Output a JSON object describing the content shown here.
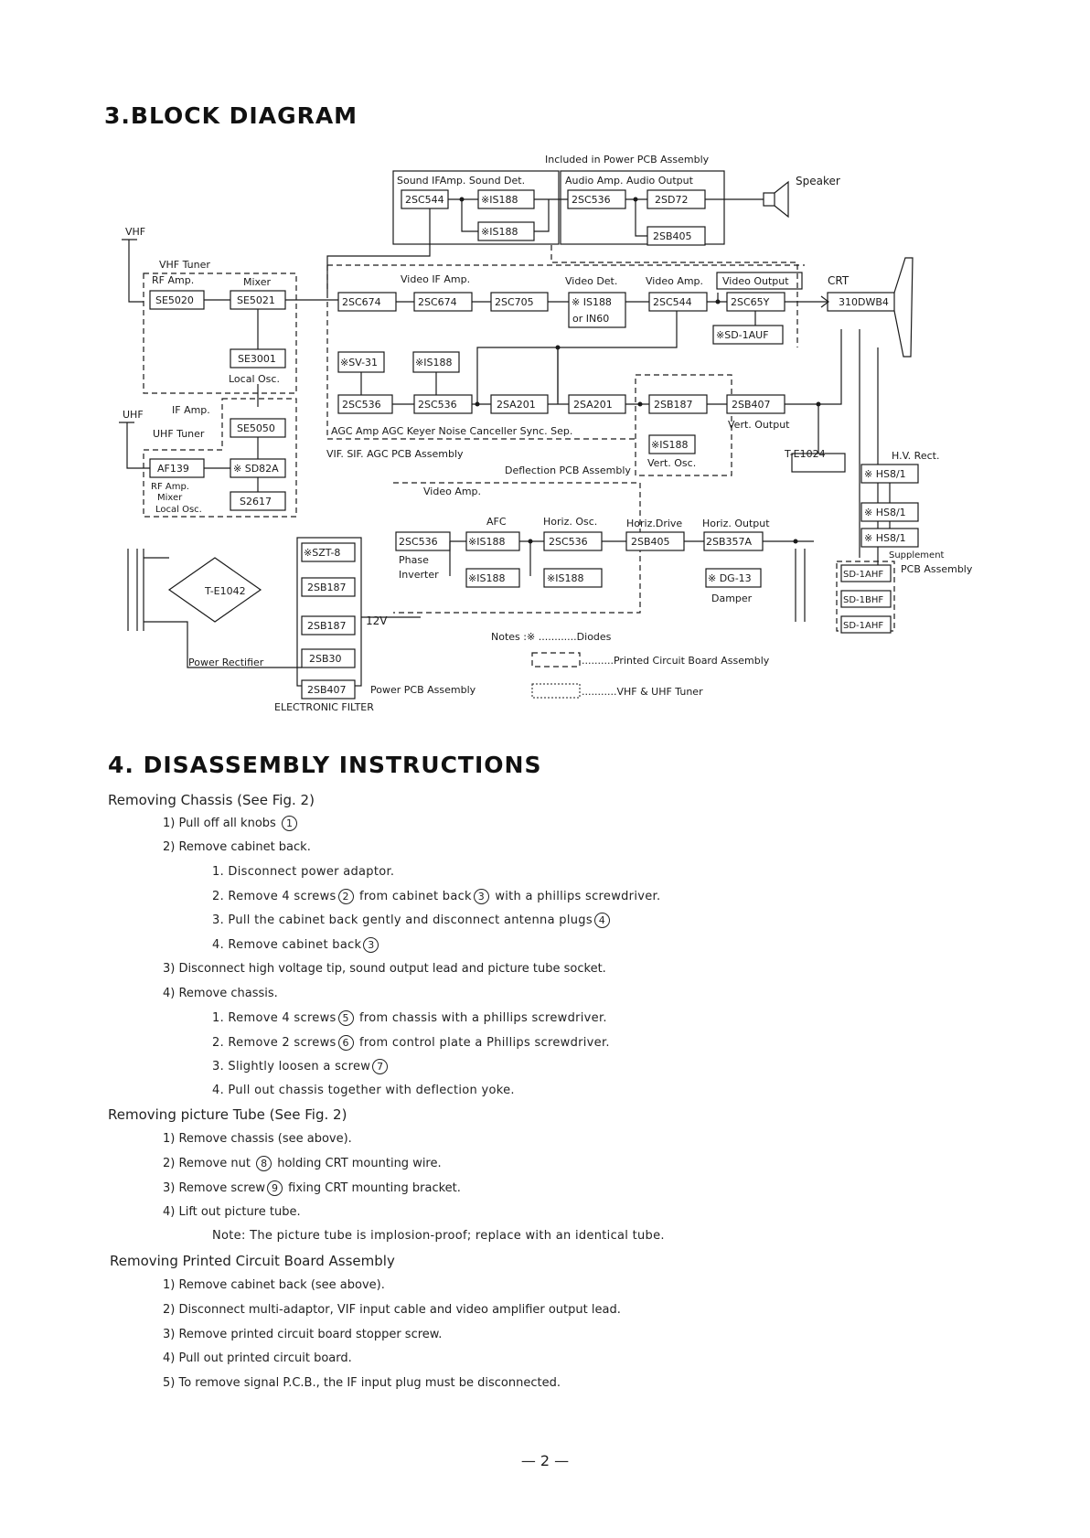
{
  "headings": {
    "block_diagram": "3.BLOCK DIAGRAM",
    "disassembly": "4. DISASSEMBLY INSTRUCTIONS"
  },
  "diagram": {
    "labels": {
      "included": "Included in Power PCB Assembly",
      "sound_if": "Sound IFAmp. Sound Det.",
      "audio_amp": "Audio Amp. Audio Output",
      "speaker": "Speaker",
      "vhf": "VHF",
      "vhf_tuner": "VHF Tuner",
      "rf_amp": "RF Amp.",
      "mixer": "Mixer",
      "video_if": "Video IF Amp.",
      "video_det": "Video Det.",
      "video_amp": "Video Amp.",
      "video_output": "Video Output",
      "crt": "CRT",
      "local_osc": "Local Osc.",
      "uhf": "UHF",
      "if_amp": "IF Amp.",
      "uhf_tuner": "UHF Tuner",
      "rf_amp2": "RF Amp.",
      "mixer2": "Mixer",
      "local_osc2": "Local Osc.",
      "agc_row": "AGC Amp AGC Keyer Noise Canceller Sync. Sep.",
      "vif_sif": "VIF. SIF. AGC PCB Assembly",
      "deflection": "Deflection PCB Assembly",
      "vert_output": "Vert. Output",
      "vert_osc": "Vert. Osc.",
      "hv_rect": "H.V. Rect.",
      "video_amp2": "Video Amp.",
      "afc": "AFC",
      "horiz_osc": "Horiz. Osc.",
      "horiz_drive": "Horiz.Drive",
      "horiz_output": "Horiz. Output",
      "phase": "Phase",
      "inverter": "Inverter",
      "damper": "Damper",
      "supplement": "Supplement",
      "pcb_assembly": "PCB Assembly",
      "power_rectifier": "Power Rectifier",
      "v12": "12V",
      "power_pcb": "Power PCB Assembly",
      "electronic_filter": "ELECTRONIC FILTER",
      "notes": "Notes :",
      "diodes": "※ ............Diodes",
      "pcb_legend": "..........Printed Circuit Board Assembly",
      "tuner_legend": "...........VHF & UHF Tuner"
    },
    "parts": {
      "p2SC544a": "2SC544",
      "pIS188a": "※IS188",
      "pIS188b": "※IS188",
      "p2SC536a": "2SC536",
      "p2SD72": "2SD72",
      "p2SB405a": "2SB405",
      "pSE5020": "SE5020",
      "pSE5021": "SE5021",
      "pSE3001": "SE3001",
      "pSE5050": "SE5050",
      "pAF139": "AF139",
      "pSD82A": "※ SD82A",
      "pS2617": "S2617",
      "p2SC674a": "2SC674",
      "p2SC674b": "2SC674",
      "p2SC705": "2SC705",
      "pIS188c": "※ IS188",
      "pIN60": "or IN60",
      "p2SC544b": "2SC544",
      "p2SC65Y": "2SC65Y",
      "pSD1AUF": "※SD-1AUF",
      "p310DWB4": "310DWB4",
      "pSV31": "※SV-31",
      "pIS188d": "※IS188",
      "p2SC536b": "2SC536",
      "p2SC536c": "2SC536",
      "p2SA201a": "2SA201",
      "p2SA201b": "2SA201",
      "p2SB187a": "2SB187",
      "p2SB407a": "2SB407",
      "pIS188e": "※IS188",
      "pTE1024": "T-E1024",
      "pHS81a": "※ HS8/1",
      "pHS81b": "※ HS8/1",
      "pHS81c": "※ HS8/1",
      "p2SC536d": "2SC536",
      "pIS188f": "※IS188",
      "p2SC536e": "2SC536",
      "p2SB405b": "2SB405",
      "p2SB357A": "2SB357A",
      "pIS188g": "※IS188",
      "pIS188h": "※IS188",
      "pDG13": "※ DG-13",
      "pSD1AHFa": "SD-1AHF",
      "pSD1BHF": "SD-1BHF",
      "pSD1AHFb": "SD-1AHF",
      "pSZT8": "※SZT-8",
      "p2SB187b": "2SB187",
      "p2SB187c": "2SB187",
      "p2SB30": "2SB30",
      "p2SB407b": "2SB407",
      "pTE1042": "T-E1042"
    }
  },
  "instructions": {
    "s1_title": "Removing Chassis (See Fig. 2)",
    "s1_1": "1) Pull off all knobs",
    "s1_2": "2) Remove cabinet back.",
    "s1_2_1": "1. Disconnect power adaptor.",
    "s1_2_2a": "2. Remove 4 screws",
    "s1_2_2b": "from cabinet back",
    "s1_2_2c": "with a phillips screwdriver.",
    "s1_2_3": "3. Pull the cabinet back gently and disconnect antenna plugs",
    "s1_2_4": "4. Remove cabinet back",
    "s1_3": "3) Disconnect high voltage tip, sound output lead and picture tube socket.",
    "s1_4": "4) Remove chassis.",
    "s1_4_1a": "1. Remove 4 screws",
    "s1_4_1b": "from chassis with a phillips screwdriver.",
    "s1_4_2a": "2. Remove 2 screws",
    "s1_4_2b": "from control plate a Phillips screwdriver.",
    "s1_4_3": "3. Slightly loosen a screw",
    "s1_4_4": "4. Pull out chassis together with deflection yoke.",
    "s2_title": "Removing picture Tube (See Fig. 2)",
    "s2_1": "1) Remove chassis (see above).",
    "s2_2a": "2) Remove nut",
    "s2_2b": "holding CRT mounting wire.",
    "s2_3a": "3) Remove screw",
    "s2_3b": "fixing CRT mounting bracket.",
    "s2_4": "4) Lift out picture tube.",
    "s2_note": "Note: The picture tube is implosion-proof; replace with an identical tube.",
    "s3_title": "Removing Printed Circuit Board Assembly",
    "s3_1": "1) Remove cabinet back (see above).",
    "s3_2": "2) Disconnect multi-adaptor, VIF input cable and video amplifier output lead.",
    "s3_3": "3) Remove printed circuit board stopper screw.",
    "s3_4": "4) Pull out printed circuit board.",
    "s3_5": "5) To remove signal P.C.B., the IF input plug must be disconnected.",
    "circled": [
      "1",
      "2",
      "3",
      "4",
      "3",
      "5",
      "6",
      "7",
      "8",
      "9"
    ]
  },
  "page_number": "— 2 —"
}
